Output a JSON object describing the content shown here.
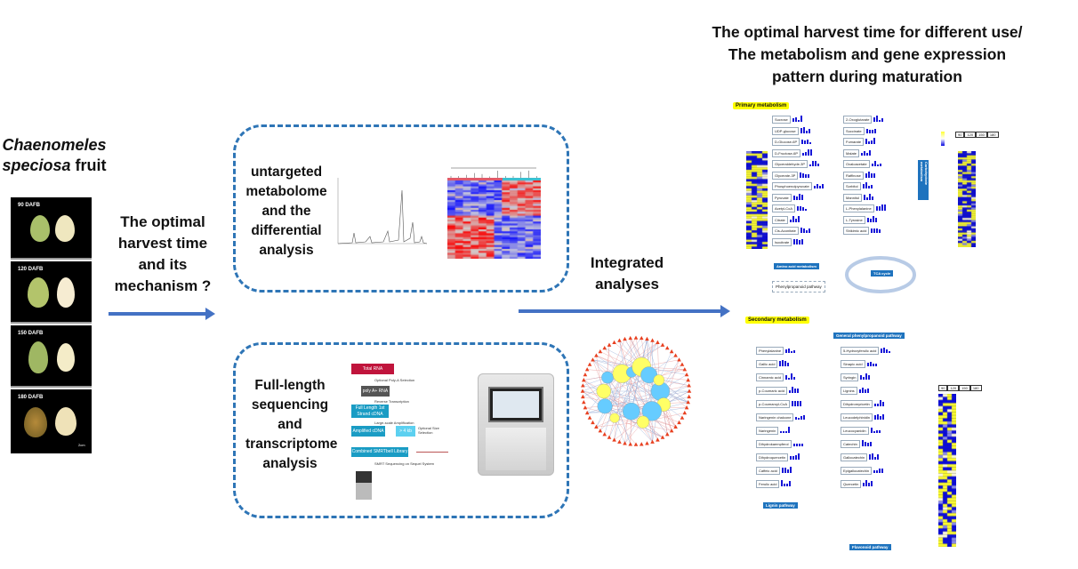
{
  "header": {
    "title_lines": [
      "The  optimal harvest time for different use/",
      "The metabolism and gene expression",
      "pattern during maturation"
    ]
  },
  "left": {
    "species_line1": "Chaenomeles",
    "species_line2": "speciosa",
    "species_suffix": "fruit",
    "stages": [
      "90 DAFB",
      "120 DAFB",
      "150 DAFB",
      "180 DAFB"
    ],
    "scale_label": "2cm"
  },
  "question": {
    "lines": [
      "The  optimal",
      "harvest time",
      "and its",
      "mechanism ?"
    ]
  },
  "metabolome_box": {
    "lines": [
      "untargeted",
      "metabolome",
      "and the",
      "differential",
      "analysis"
    ]
  },
  "transcriptome_box": {
    "lines": [
      "Full-length",
      "sequencing",
      "and",
      "transcriptome",
      "analysis"
    ],
    "flow": {
      "total_rna": "Total RNA",
      "step1": "Optional Poly-A Selection",
      "polya": "poly A+ RNA",
      "step2": "Reverse Transcription",
      "full_length": "Full Length 1st Strand cDNA",
      "step3": "Large-scale Amplification",
      "amplified": "Amplified cDNA",
      "sizesel": "> 4 kb",
      "step4": "Optional Size Selection",
      "library": "Combined SMRTbell Library",
      "step5": "SMRT Sequencing on Sequel System"
    }
  },
  "integrated": {
    "lines": [
      "Integrated",
      "analyses"
    ]
  },
  "primary": {
    "label": "Primary metabolism",
    "heat_header": [
      "90",
      "120",
      "150",
      "180"
    ],
    "nodes": [
      "Sucrose",
      "UDP-glucose",
      "D-Glucose-6P",
      "D-Fructose-6P",
      "Glyceraldehyde-3P",
      "Glycerate-3P",
      "Phosphoenolpyruvate",
      "Pyruvate",
      "Acetyl-CoA",
      "Citrate",
      "Cis-Aconitate",
      "Isocitrate",
      "2-Oxoglutarate",
      "Succinate",
      "Fumarate",
      "Malate",
      "Oxaloacetate",
      "Raffinose",
      "Sorbitol",
      "Mannitol",
      "L-Phenylalanine",
      "L-Tyrosine",
      "Shikimic acid"
    ],
    "pathways": {
      "phenyl": "Phenylpropanoid pathway",
      "tca": "TCA cycle",
      "amino": "Amino acid metabolism",
      "carb": "Carbohydrate metabolism"
    }
  },
  "secondary": {
    "label": "Secondary metabolism",
    "general": "General phenylpropanoid pathway",
    "lignin": "Lignin pathway",
    "flavonoid": "Flavonoid pathway",
    "heat_header": [
      "90",
      "120",
      "150",
      "180"
    ],
    "nodes": [
      "Phenylalanine",
      "Gallic acid",
      "Cinnamic acid",
      "p-Coumaric acid",
      "p-Coumaroyl-CoA",
      "Naringenin chalcone",
      "Naringenin",
      "Dihydrokaempferol",
      "Dihydroquercetin",
      "Caffeic acid",
      "Ferulic acid",
      "5-Hydroxyferulic acid",
      "Sinapic acid",
      "Syringin",
      "Lignins",
      "Dihydromyricetin",
      "Leucodelphinidin",
      "Leucocyanidin",
      "Catechin",
      "Gallocatechin",
      "Epigallocatechin",
      "Quercetin"
    ]
  },
  "colors": {
    "accent": "#4472c4",
    "dashed": "#2e75b6",
    "heat_high": "#ffff33",
    "heat_low": "#0a0ae0",
    "primary_tag": "#ffff00",
    "pathway_tag": "#1e73be",
    "rna_red": "#c0143c",
    "cdna_blue": "#1a9cc4"
  }
}
